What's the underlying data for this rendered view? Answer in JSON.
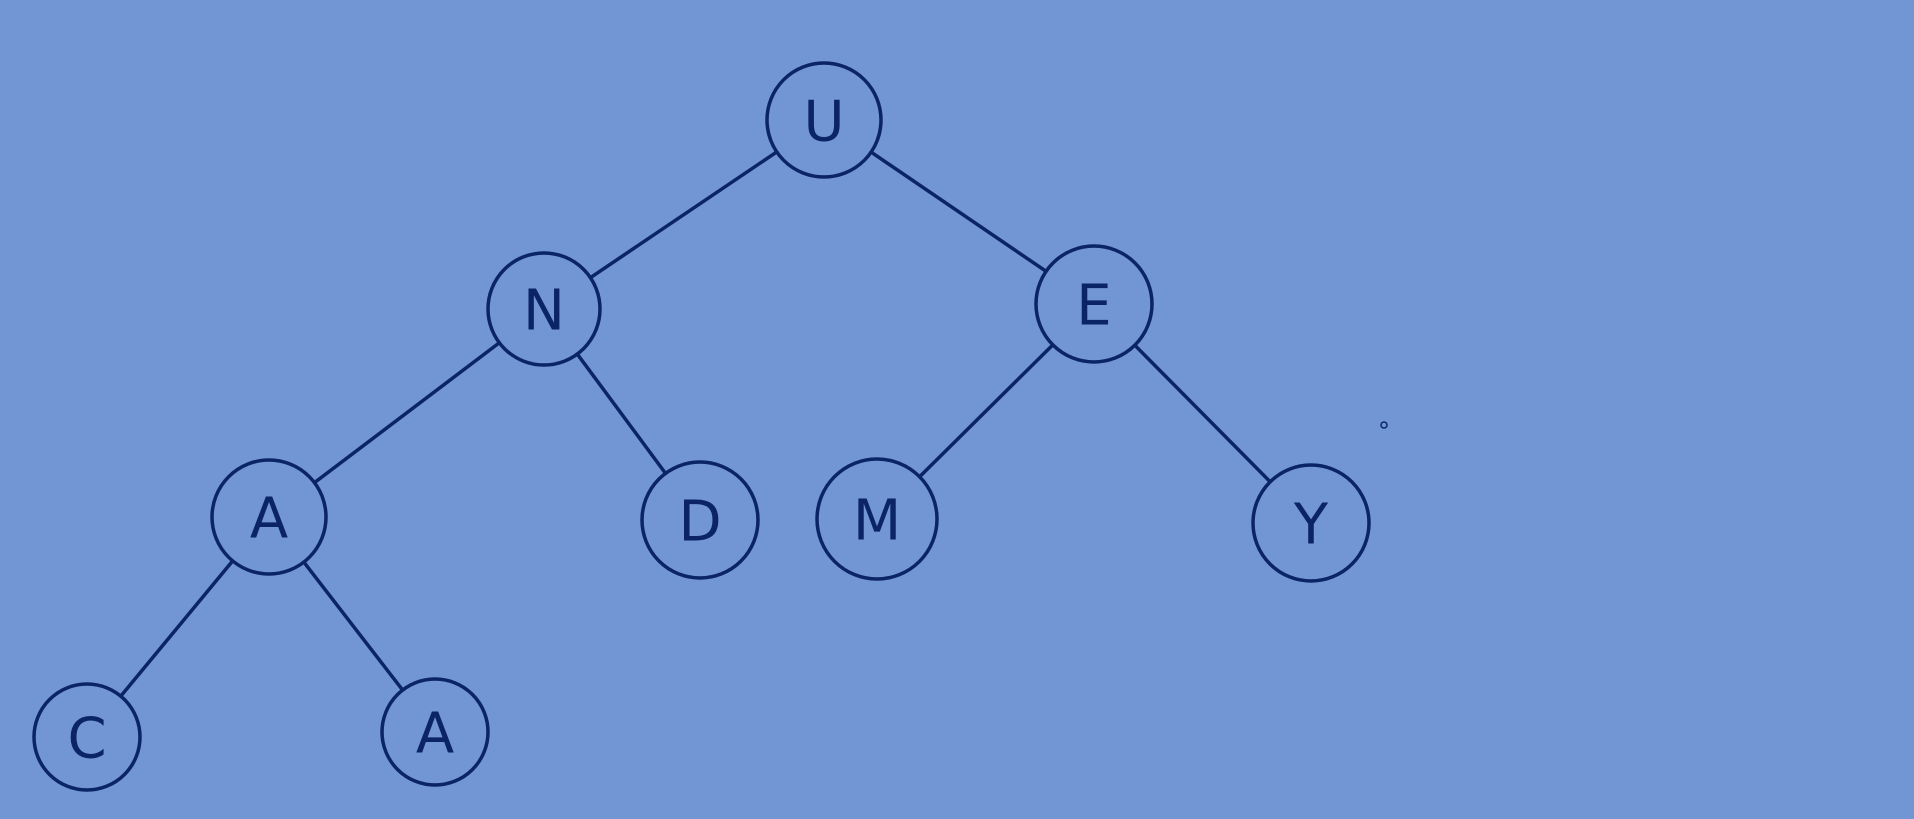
{
  "tree": {
    "style": {
      "background": "#7295d3",
      "ink": "#0b2466"
    },
    "nodes": [
      {
        "id": "n0",
        "label": "U"
      },
      {
        "id": "n1",
        "label": "N"
      },
      {
        "id": "n2",
        "label": "E"
      },
      {
        "id": "n3",
        "label": "A"
      },
      {
        "id": "n4",
        "label": "D"
      },
      {
        "id": "n5",
        "label": "M"
      },
      {
        "id": "n6",
        "label": "Y"
      },
      {
        "id": "n7",
        "label": "C"
      },
      {
        "id": "n8",
        "label": "A"
      }
    ],
    "edges": [
      {
        "from": "n0",
        "to": "n1"
      },
      {
        "from": "n0",
        "to": "n2"
      },
      {
        "from": "n1",
        "to": "n3"
      },
      {
        "from": "n1",
        "to": "n4"
      },
      {
        "from": "n2",
        "to": "n5"
      },
      {
        "from": "n2",
        "to": "n6"
      },
      {
        "from": "n3",
        "to": "n7"
      },
      {
        "from": "n3",
        "to": "n8"
      }
    ]
  }
}
